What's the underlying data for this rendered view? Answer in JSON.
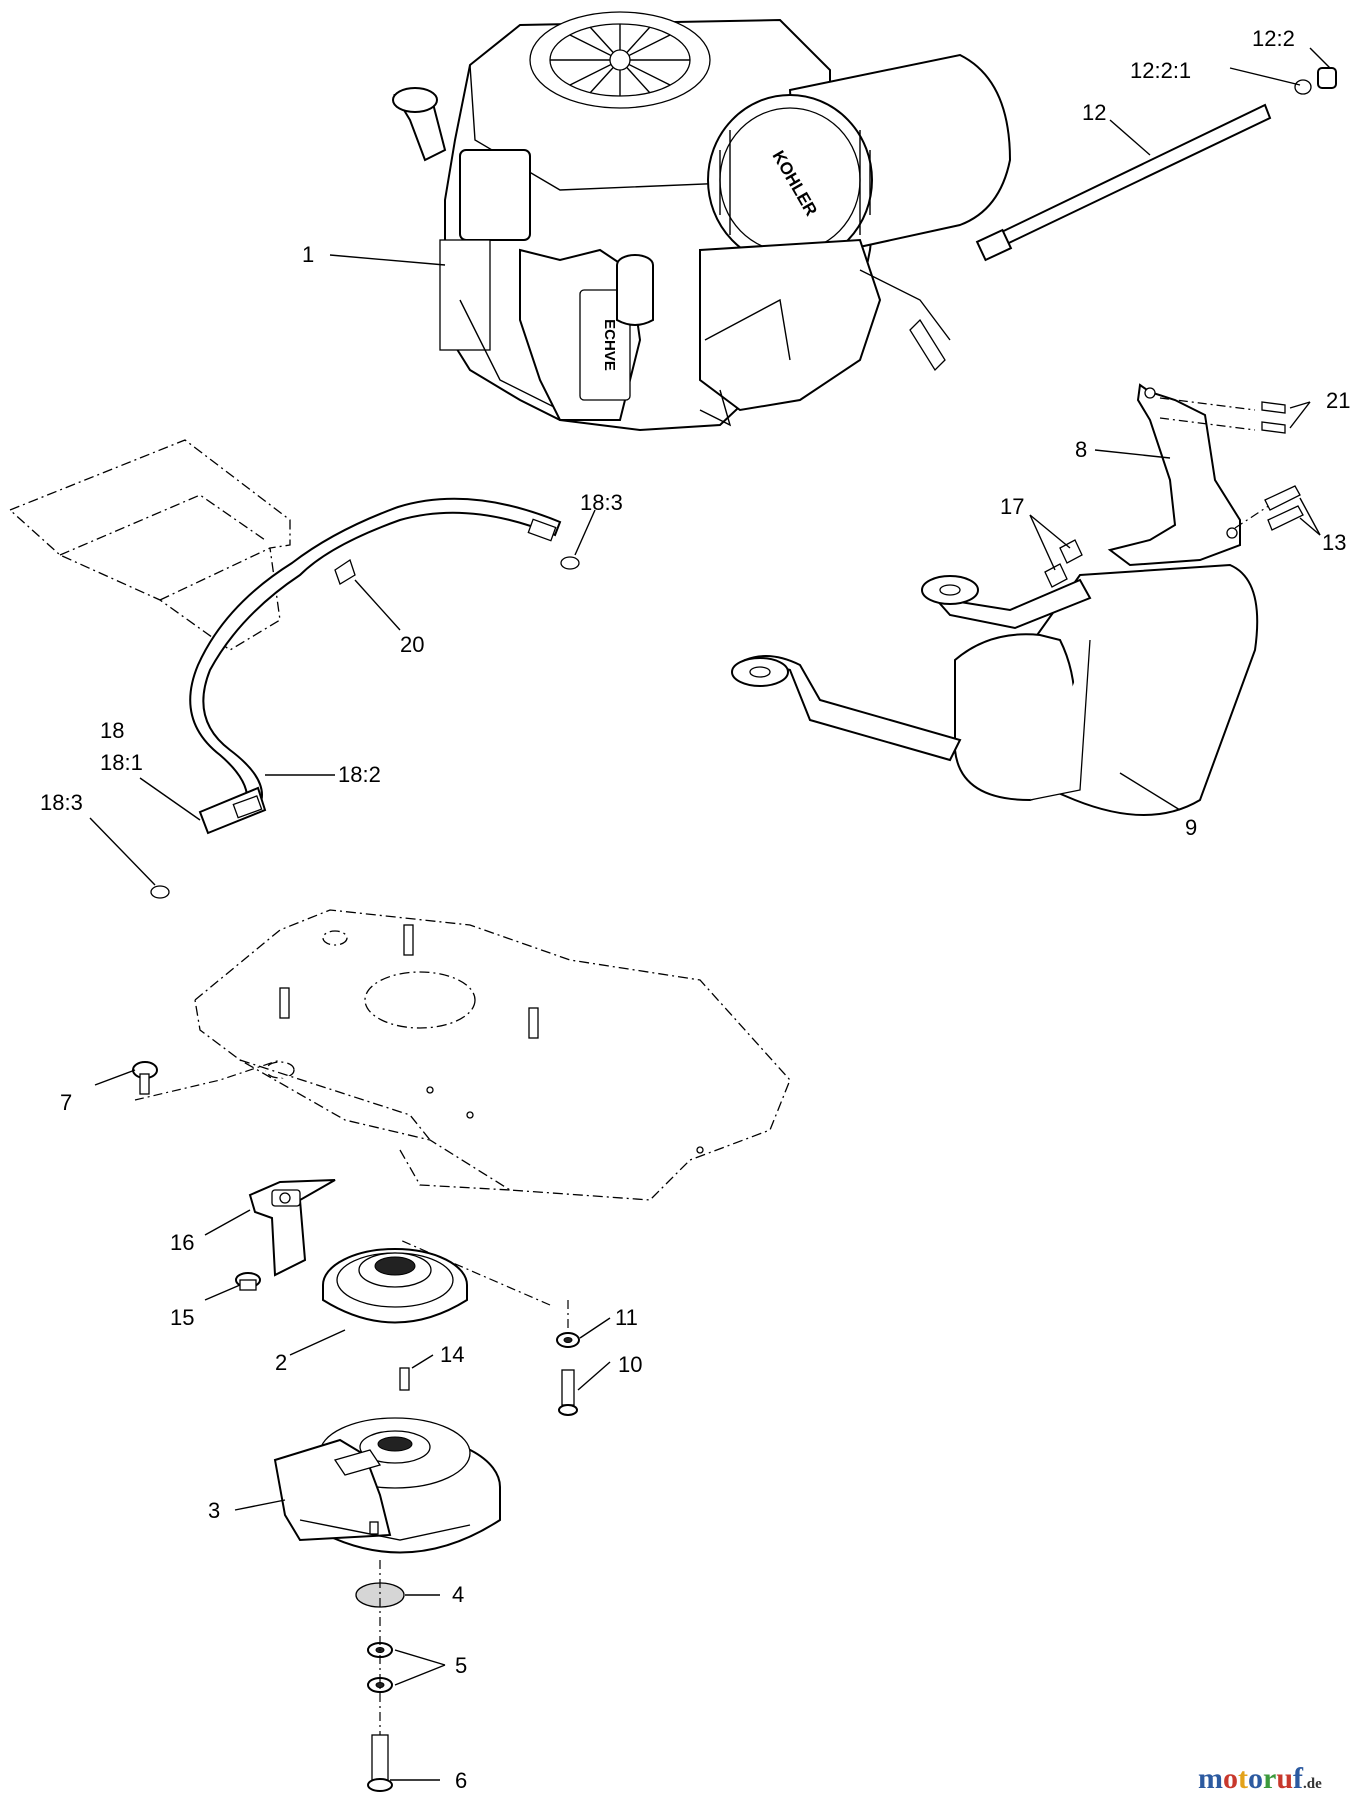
{
  "diagram": {
    "callouts": {
      "c12_2": "12:2",
      "c12_2_1": "12:2:1",
      "c12": "12",
      "c1": "1",
      "c21": "21",
      "c8": "8",
      "c17": "17",
      "c13": "13",
      "c18_3a": "18:3",
      "c20": "20",
      "c18": "18",
      "c18_1": "18:1",
      "c18_2": "18:2",
      "c18_3b": "18:3",
      "c9": "9",
      "c7": "7",
      "c16": "16",
      "c15": "15",
      "c2": "2",
      "c11": "11",
      "c14": "14",
      "c10": "10",
      "c3": "3",
      "c4": "4",
      "c5": "5",
      "c6": "6"
    },
    "engine_brand": "KOHLER",
    "engine_model": "ECHVE"
  },
  "watermark": {
    "letters": [
      "m",
      "o",
      "t",
      "o",
      "r",
      "u",
      "f"
    ],
    "letter_colors": [
      "#2c5aa0",
      "#c8382c",
      "#e3a21a",
      "#2c5aa0",
      "#3c9a3c",
      "#c8382c",
      "#2c5aa0"
    ],
    "suffix": ".de"
  }
}
